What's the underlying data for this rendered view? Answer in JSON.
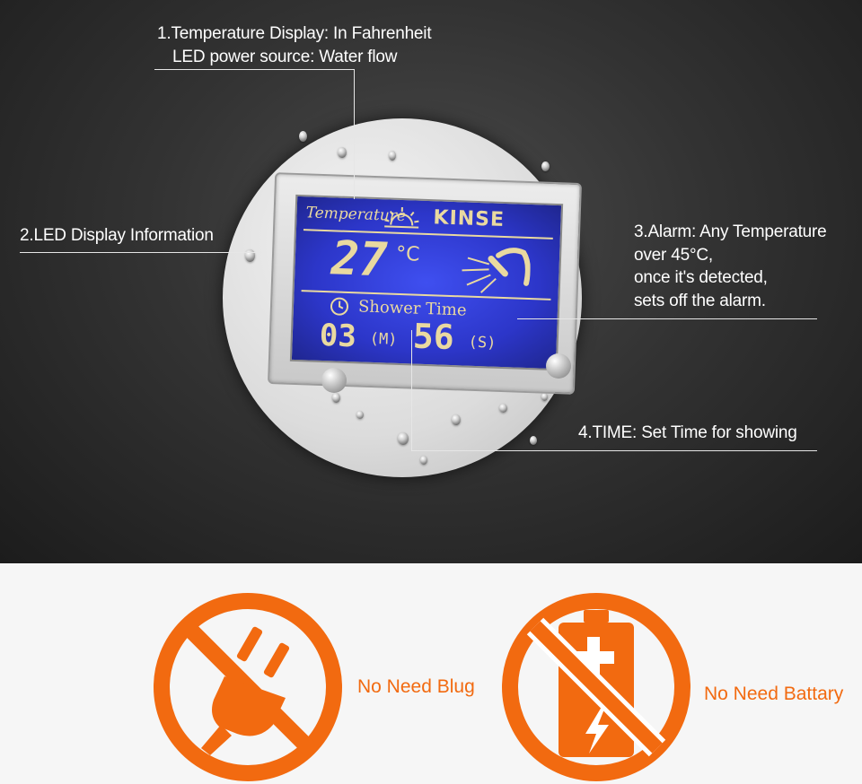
{
  "callouts": {
    "temperature_line1": "1.Temperature Display: In Fahrenheit",
    "temperature_line2": "LED power source: Water flow",
    "led_display": "2.LED Display Information",
    "alarm_line1": "3.Alarm: Any Temperature",
    "alarm_line2": "over 45°C,",
    "alarm_line3": "once it's detected,",
    "alarm_line4": "sets off the alarm.",
    "time": "4.TIME: Set Time for showing"
  },
  "display": {
    "temperature_label": "Temperature",
    "brand": "KINSE",
    "temperature_value": "27",
    "temperature_unit": "°C",
    "shower_time_label": "Shower Time",
    "minutes_value": "03",
    "minutes_unit": "(M)",
    "seconds_value": "56",
    "seconds_unit": "(S)"
  },
  "features": {
    "no_plug_label": "No Need Blug",
    "no_battery_label": "No Need Battary"
  },
  "colors": {
    "accent_orange": "#f26a10",
    "lcd_blue": "#3f4ff0",
    "lcd_text": "#e9d9a0"
  },
  "icons": [
    "sun-icon",
    "shower-head-icon",
    "clock-icon",
    "plug-icon",
    "battery-icon",
    "prohibited-icon"
  ]
}
